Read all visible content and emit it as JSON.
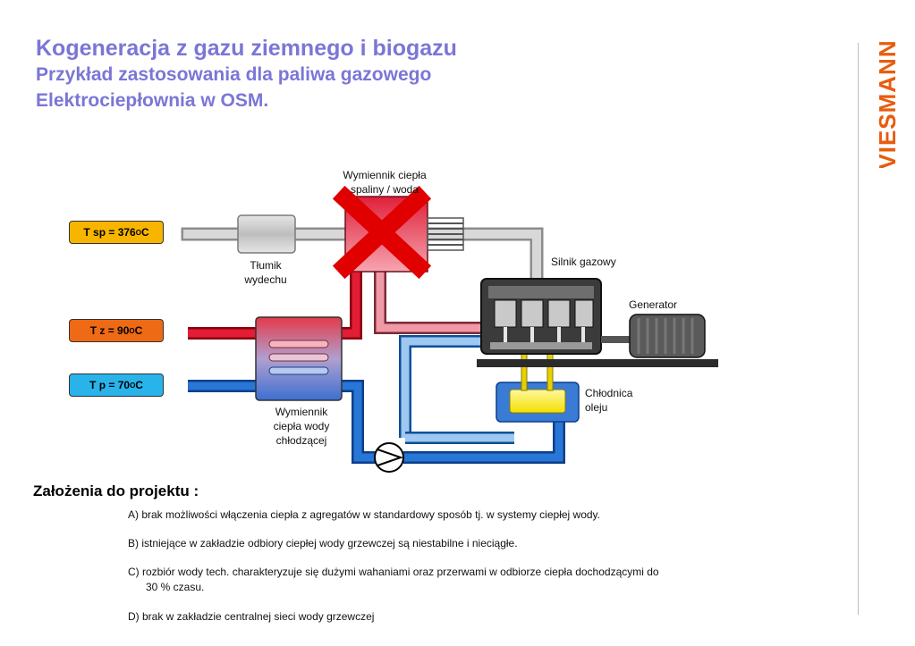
{
  "header": {
    "title": "Kogeneracja z  gazu ziemnego i biogazu",
    "subtitle_1": "Przykład zastosowania dla paliwa gazowego",
    "subtitle_2": "Elektrociepłownia w OSM."
  },
  "logo": {
    "text": "VIESMANN"
  },
  "badges": {
    "tsp": {
      "prefix": "T sp = 376",
      "sup": "O",
      "unit": "C",
      "color": "#f7b500"
    },
    "tz": {
      "prefix": "T z = 90",
      "sup": "O",
      "unit": "C",
      "color": "#ef6a14"
    },
    "tp": {
      "prefix": "T p = 70",
      "sup": "O",
      "unit": "C",
      "color": "#28b3ea"
    }
  },
  "diagram": {
    "exchanger_top_1": "Wymiennik ciepła",
    "exchanger_top_2": "spaliny / woda",
    "muffler_1": "Tłumik",
    "muffler_2": "wydechu",
    "engine": "Silnik gazowy",
    "generator": "Generator",
    "oil_cooler_1": "Chłodnica",
    "oil_cooler_2": "oleju",
    "water_exchanger_1": "Wymiennik",
    "water_exchanger_2": "ciepła wody",
    "water_exchanger_3": "chłodzącej"
  },
  "assumptions": {
    "heading": "Założenia  do  projektu :",
    "a": "A)  brak możliwości włączenia ciepła z agregatów w standardowy sposób tj. w systemy ciepłej wody.",
    "b": "B)  istniejące w zakładzie odbiory ciepłej wody grzewczej są niestabilne i nieciągłe.",
    "c1": "C)  rozbiór wody tech. charakteryzuje się dużymi wahaniami oraz przerwami w odbiorze ciepła dochodzącymi do",
    "c2": "30  % czasu.",
    "d": "D)  brak   w zakładzie centralnej sieci wody grzewczej"
  },
  "colors": {
    "title": "#7b76d6",
    "hot_pipe": "#d9102a",
    "cold_pipe": "#1f6ec8",
    "exhaust_pipe": "#b5b5b5",
    "cross": "#e00000"
  }
}
